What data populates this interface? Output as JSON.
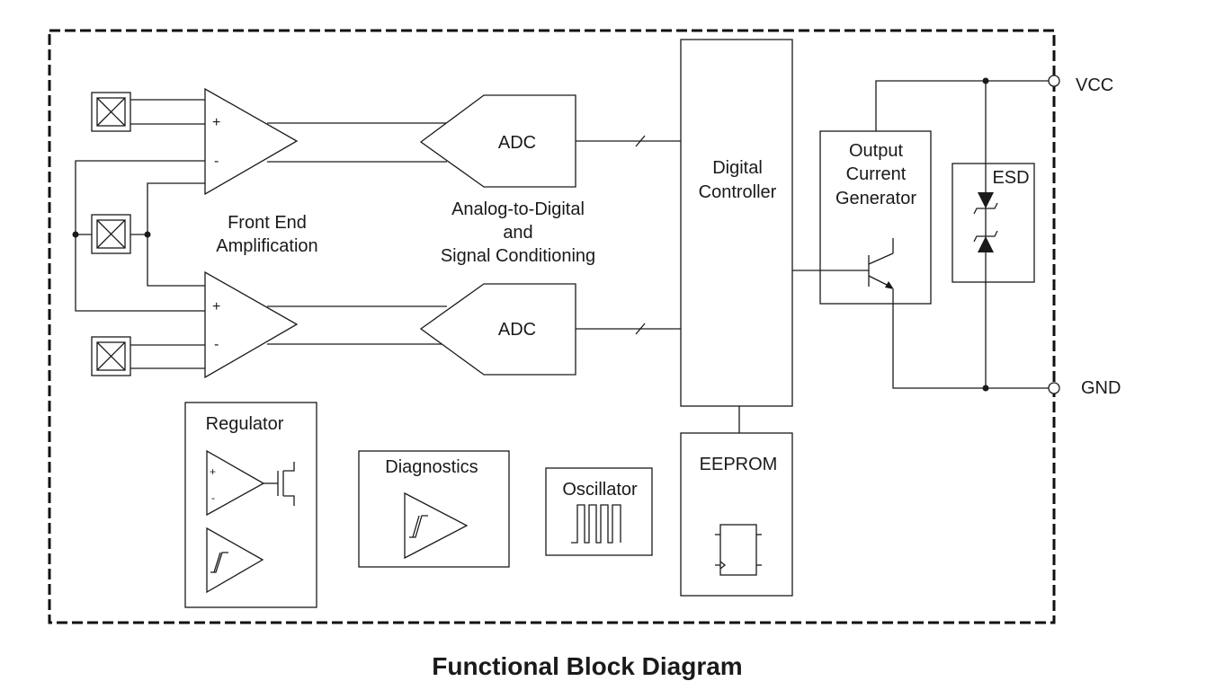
{
  "title": "Functional Block Diagram",
  "blocks": {
    "front_end": {
      "line1": "Front End",
      "line2": "Amplification"
    },
    "adc_top": "ADC",
    "adc_bottom": "ADC",
    "adc_section": {
      "line1": "Analog-to-Digital",
      "line2": "and",
      "line3": "Signal Conditioning"
    },
    "digital_controller": {
      "line1": "Digital",
      "line2": "Controller"
    },
    "output_current": {
      "line1": "Output",
      "line2": "Current",
      "line3": "Generator"
    },
    "esd": "ESD",
    "regulator": "Regulator",
    "diagnostics": "Diagnostics",
    "oscillator": "Oscillator",
    "eeprom": "EEPROM"
  },
  "pins": {
    "vcc": "VCC",
    "gnd": "GND"
  },
  "amp_signs": {
    "plus": "+",
    "minus": "-"
  }
}
